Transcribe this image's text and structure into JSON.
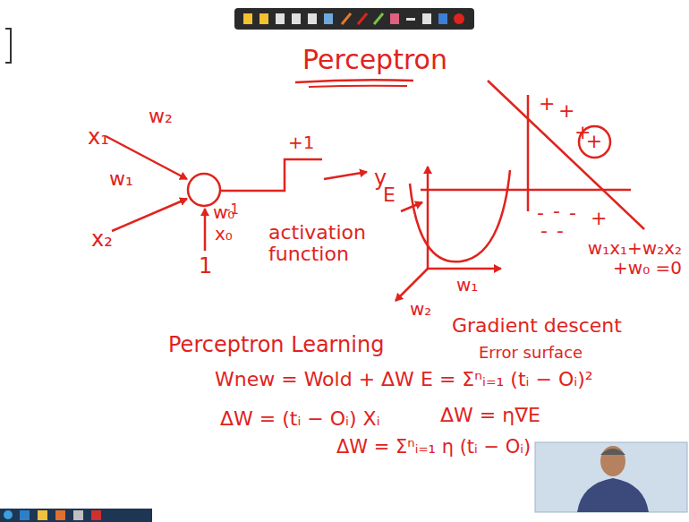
{
  "diagram": {
    "title": "Perceptron",
    "nodes": [
      {
        "text": [
          "+"
        ]
      }
    ],
    "labels": [
      "x₁",
      "w₂",
      "w₁",
      "x₂",
      "w₀",
      "x₀",
      "1",
      "+1",
      "-1",
      "activation function",
      "y",
      "E",
      "w₁",
      "w₂",
      "+",
      "+",
      "+",
      "-",
      "-",
      "-",
      "-",
      "-",
      "+",
      "w₁x₁+w₂x₂ +w₀ =0",
      "Perceptron Learning",
      "Wnew = Wold + ΔW",
      "ΔW = (tᵢ − Oᵢ) Xᵢ",
      "Gradient descent",
      "Error surface",
      "E = Σⁿᵢ₌₁ (tᵢ − Oᵢ)²",
      "ΔW = η∇E",
      "ΔW = Σⁿᵢ₌₁ η (tᵢ − Oᵢ)"
    ]
  }
}
